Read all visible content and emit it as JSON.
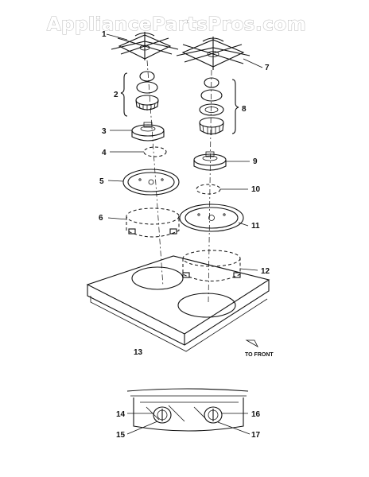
{
  "watermark": "AppliancePartsPros.com",
  "callouts": {
    "c1": "1",
    "c2": "2",
    "c3": "3",
    "c4": "4",
    "c5": "5",
    "c6": "6",
    "c7": "7",
    "c8": "8",
    "c9": "9",
    "c10": "10",
    "c11": "11",
    "c12": "12",
    "c13": "13",
    "c14": "14",
    "c15": "15",
    "c16": "16",
    "c17": "17"
  },
  "front_label": "TO FRONT"
}
